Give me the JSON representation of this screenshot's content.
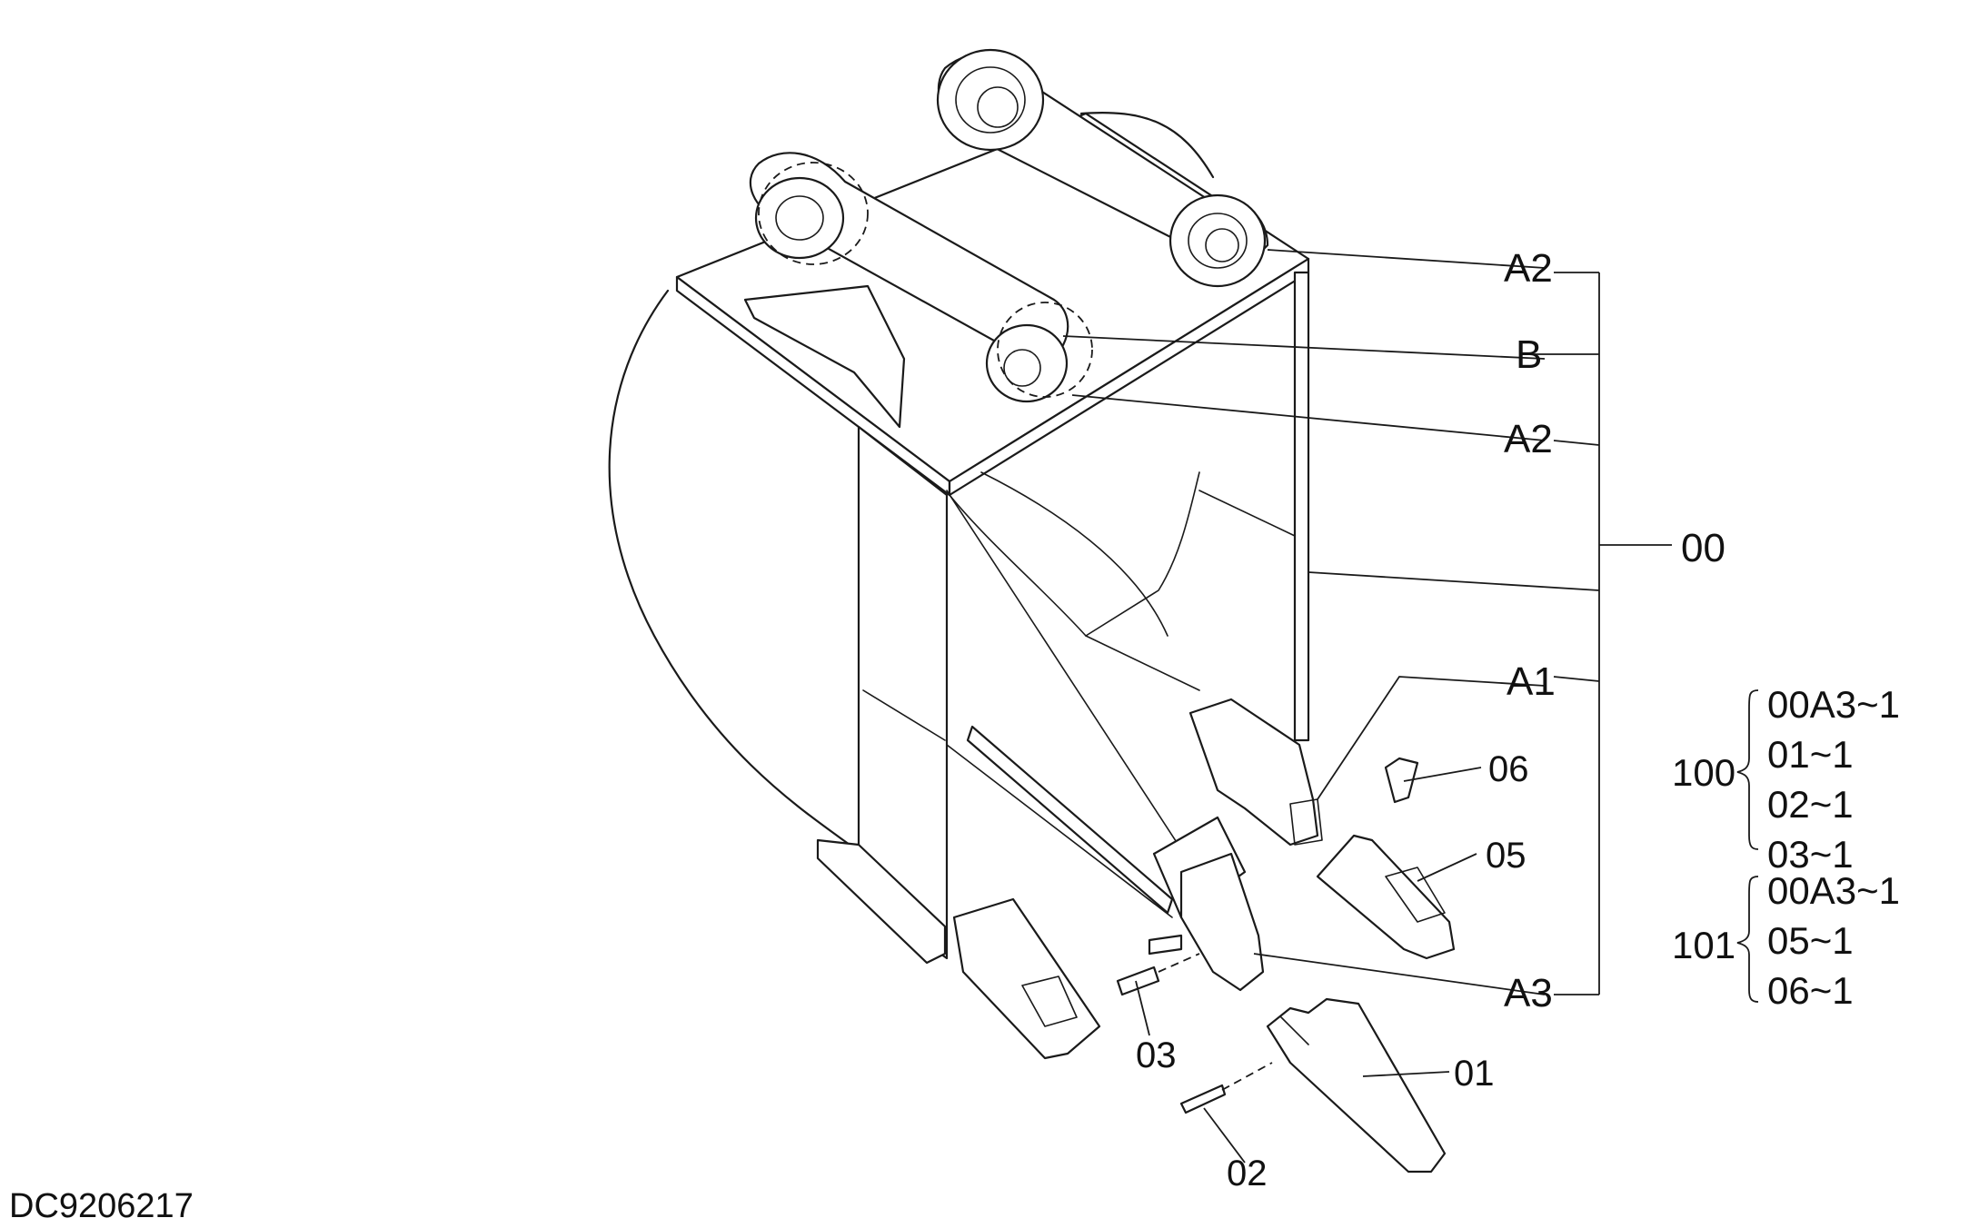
{
  "drawing_code": "DC9206217",
  "callouts": {
    "a2_top": "A2",
    "b": "B",
    "a2_mid": "A2",
    "assembly": "00",
    "a1": "A1",
    "a3": "A3",
    "p06": "06",
    "p05": "05",
    "p03": "03",
    "p01": "01",
    "p02": "02"
  },
  "kits": [
    {
      "number": "100",
      "items": [
        "00A3~1",
        "01~1",
        "02~1",
        "03~1"
      ]
    },
    {
      "number": "101",
      "items": [
        "00A3~1",
        "05~1",
        "06~1"
      ]
    }
  ]
}
